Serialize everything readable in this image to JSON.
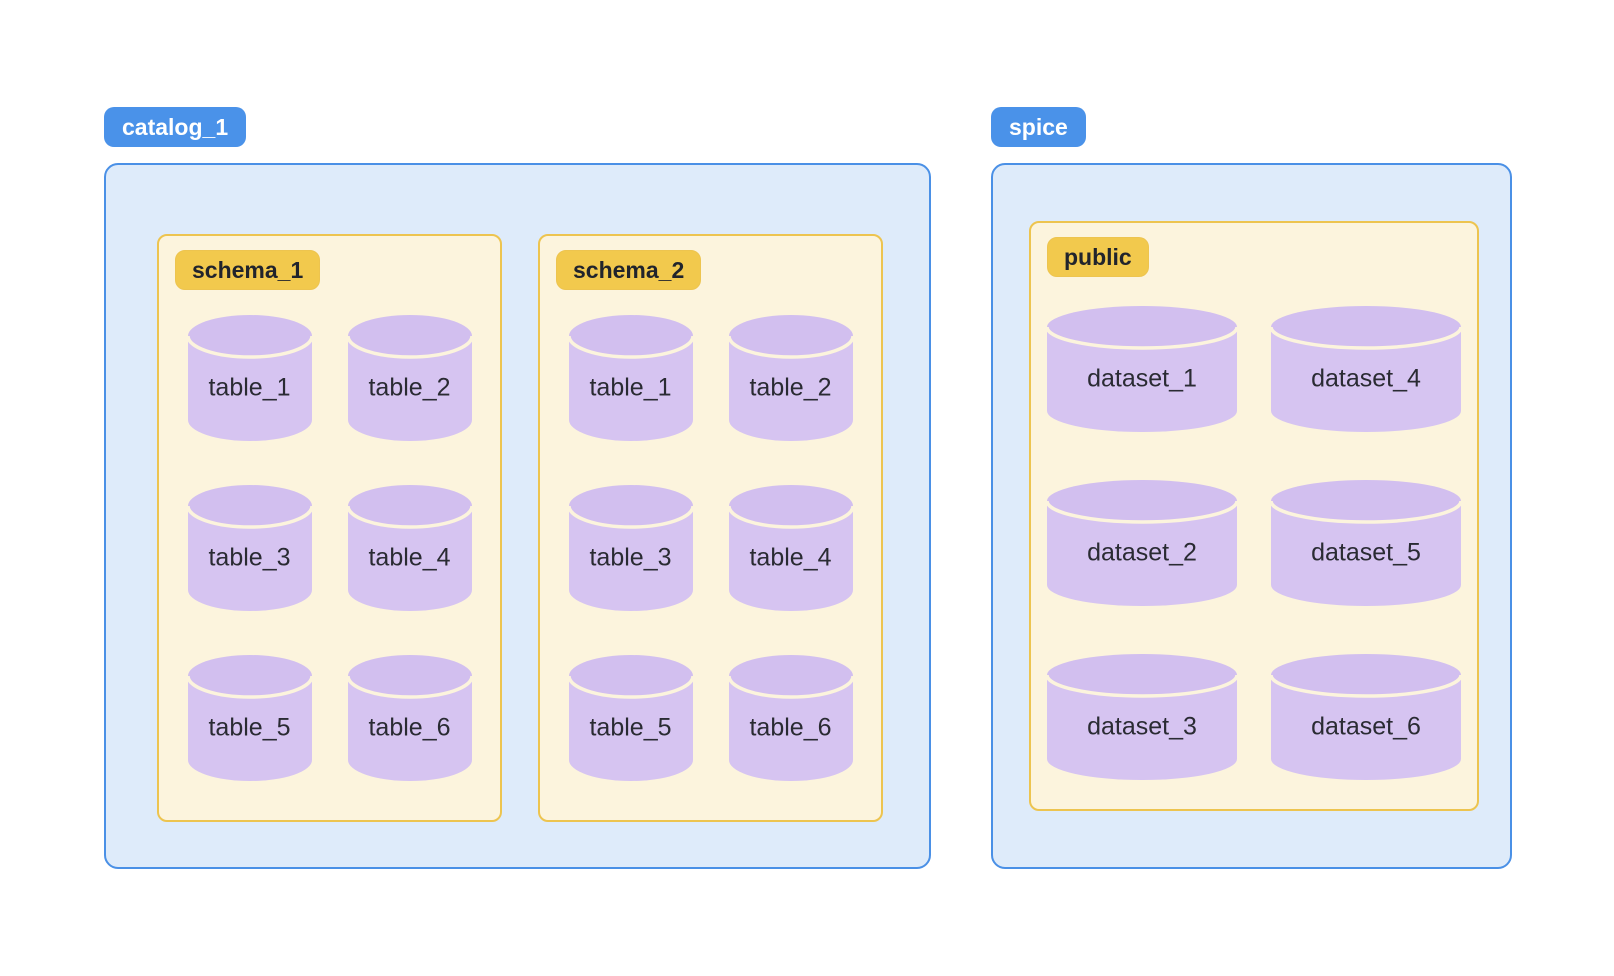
{
  "diagram": {
    "groups": [
      {
        "badge": "catalog_1",
        "boxes": [
          {
            "badge": "schema_1",
            "items": [
              "table_1",
              "table_2",
              "table_3",
              "table_4",
              "table_5",
              "table_6"
            ]
          },
          {
            "badge": "schema_2",
            "items": [
              "table_1",
              "table_2",
              "table_3",
              "table_4",
              "table_5",
              "table_6"
            ]
          }
        ]
      },
      {
        "badge": "spice",
        "boxes": [
          {
            "badge": "public",
            "items": [
              "dataset_1",
              "dataset_4",
              "dataset_2",
              "dataset_5",
              "dataset_3",
              "dataset_6"
            ]
          }
        ]
      }
    ]
  },
  "colors": {
    "group_badge_bg": "#4A92E9",
    "group_badge_text": "#FFFFFF",
    "group_container_bg": "#DEEBFA",
    "group_container_border": "#4A90E6",
    "box_bg": "#FCF4DD",
    "box_border": "#EDC44F",
    "box_badge_bg": "#F2C94D",
    "box_badge_text": "#21242C",
    "cylinder_body": "#D6C4F1",
    "cylinder_top": "#D2BFEF",
    "cylinder_highlight": "#FCF4DD",
    "item_label_text": "#2A2B33"
  }
}
